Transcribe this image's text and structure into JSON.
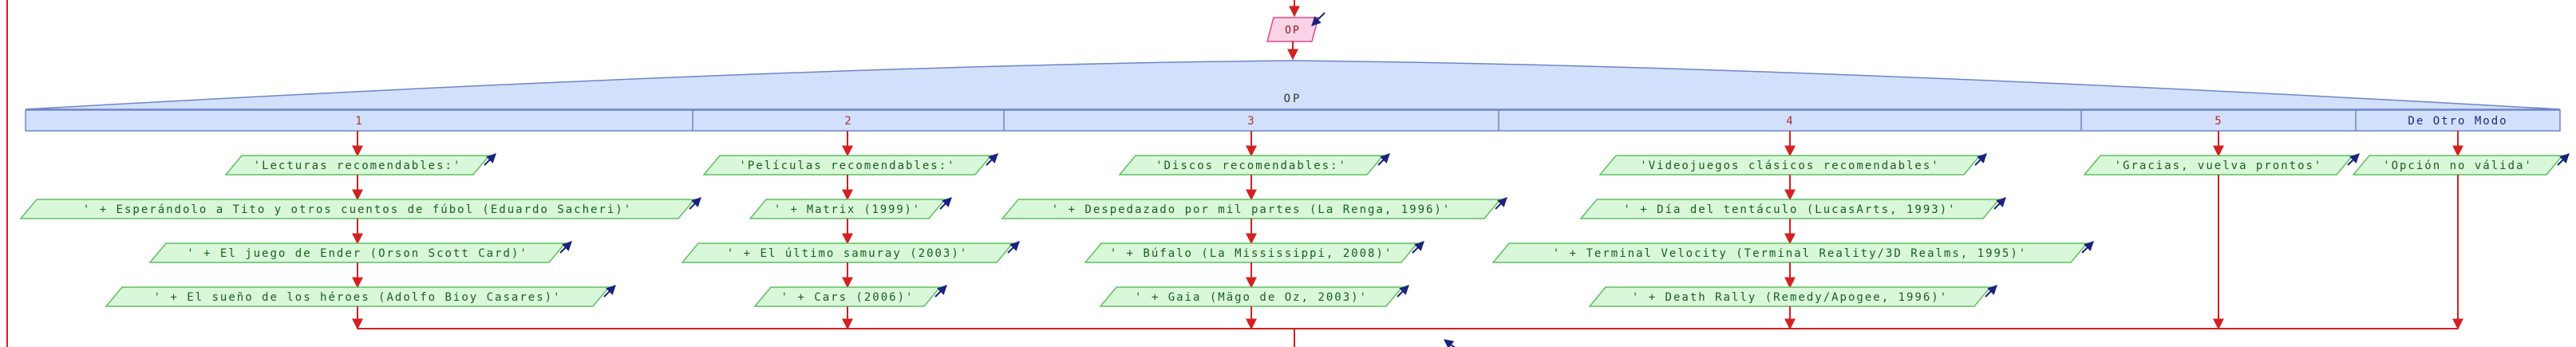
{
  "input_node": {
    "label": "OP"
  },
  "selector": {
    "variable": "OP"
  },
  "cases": [
    {
      "label": "1",
      "outputs": [
        "'Lecturas recomendables:'",
        "' + Esperándolo a Tito y otros cuentos de fúbol (Eduardo Sacheri)'",
        "' + El juego de Ender (Orson Scott Card)'",
        "' + El sueño de los héroes (Adolfo Bioy Casares)'"
      ]
    },
    {
      "label": "2",
      "outputs": [
        "'Películas recomendables:'",
        "' + Matrix (1999)'",
        "' + El último samuray (2003)'",
        "' + Cars (2006)'"
      ]
    },
    {
      "label": "3",
      "outputs": [
        "'Discos recomendables:'",
        "' + Despedazado por mil partes (La Renga, 1996)'",
        "' + Búfalo (La Mississippi, 2008)'",
        "' + Gaia (Mägo de Oz, 2003)'"
      ]
    },
    {
      "label": "4",
      "outputs": [
        "'Videojuegos clásicos recomendables'",
        "' + Día del tentáculo (LucasArts, 1993)'",
        "' + Terminal Velocity (Terminal Reality/3D Realms, 1995)'",
        "' + Death Rally (Remedy/Apogee, 1996)'"
      ]
    },
    {
      "label": "5",
      "outputs": [
        "'Gracias, vuelva prontos'"
      ]
    },
    {
      "label": "De Otro Modo",
      "outputs": [
        "'Opción no válida'"
      ]
    }
  ],
  "colors": {
    "flow_line": "#d42020",
    "output_fill": "#d9f7d9",
    "output_stroke": "#5fbf5f",
    "selector_fill": "#d3e0fb",
    "selector_stroke": "#6c86c8",
    "input_fill": "#fbd3e6",
    "input_stroke": "#d64d8a",
    "arrow_icon": "#1a237e"
  }
}
